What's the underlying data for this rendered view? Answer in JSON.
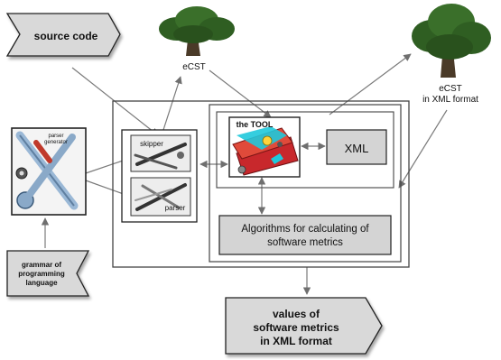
{
  "shapes": {
    "source_code": "source code",
    "grammar": [
      "grammar of",
      "programming",
      "language"
    ],
    "output": [
      "values of",
      "software metrics",
      "in XML format"
    ]
  },
  "trees": {
    "ecst": "eCST",
    "ecst_xml": [
      "eCST",
      "in XML format"
    ]
  },
  "tools": {
    "parser_generator": [
      "parser",
      "generator"
    ],
    "skipper": "skipper",
    "parser": "parser",
    "toolbox": "the TOOL"
  },
  "boxes": {
    "xml": "XML",
    "algorithms": [
      "Algorithms for calculating of",
      "software metrics"
    ]
  },
  "colors": {
    "arrow_shape_fill": "#d9d9d9",
    "box_fill": "#d4d4d4",
    "line": "#7a7a7a",
    "tree_foliage": "#2f5e22",
    "toolbox_red": "#c8282c",
    "toolbox_cyan": "#1fc9dc"
  }
}
